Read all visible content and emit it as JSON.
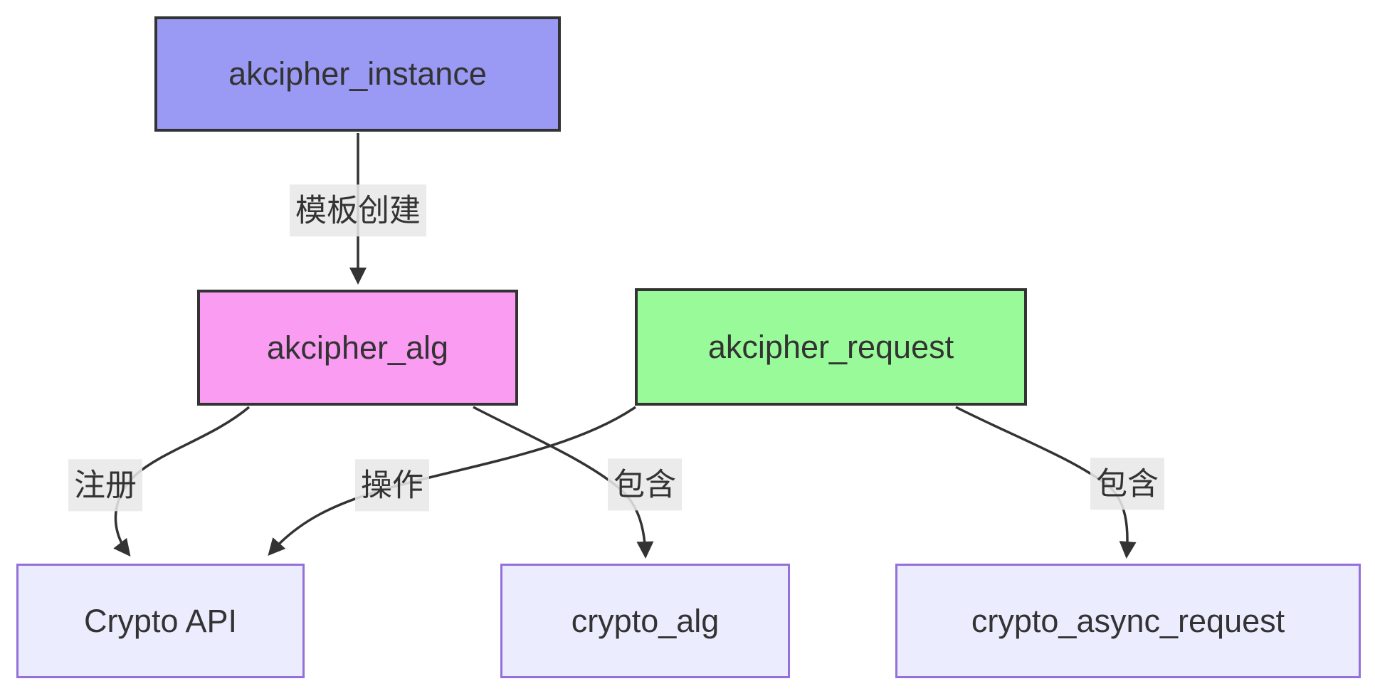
{
  "diagram": {
    "type": "flowchart",
    "background": "#ffffff",
    "nodes": [
      {
        "id": "akcipher_instance",
        "label": "akcipher_instance",
        "fill": "#9a99f3",
        "stroke": "#333333"
      },
      {
        "id": "akcipher_alg",
        "label": "akcipher_alg",
        "fill": "#fb9cf3",
        "stroke": "#333333"
      },
      {
        "id": "akcipher_request",
        "label": "akcipher_request",
        "fill": "#99fa99",
        "stroke": "#333333"
      },
      {
        "id": "crypto_api",
        "label": "Crypto API",
        "fill": "#ECECFF",
        "stroke": "#9370DB"
      },
      {
        "id": "crypto_alg",
        "label": "crypto_alg",
        "fill": "#ECECFF",
        "stroke": "#9370DB"
      },
      {
        "id": "crypto_async_request",
        "label": "crypto_async_request",
        "fill": "#ECECFF",
        "stroke": "#9370DB"
      }
    ],
    "edges": [
      {
        "from": "akcipher_instance",
        "to": "akcipher_alg",
        "label": "模板创建"
      },
      {
        "from": "akcipher_alg",
        "to": "crypto_api",
        "label": "注册"
      },
      {
        "from": "akcipher_request",
        "to": "crypto_api",
        "label": "操作"
      },
      {
        "from": "akcipher_alg",
        "to": "crypto_alg",
        "label": "包含"
      },
      {
        "from": "akcipher_request",
        "to": "crypto_async_request",
        "label": "包含"
      }
    ],
    "style": {
      "edge_color": "#333333",
      "edge_label_background": "#e8e8e8",
      "text_color": "#333333"
    }
  }
}
